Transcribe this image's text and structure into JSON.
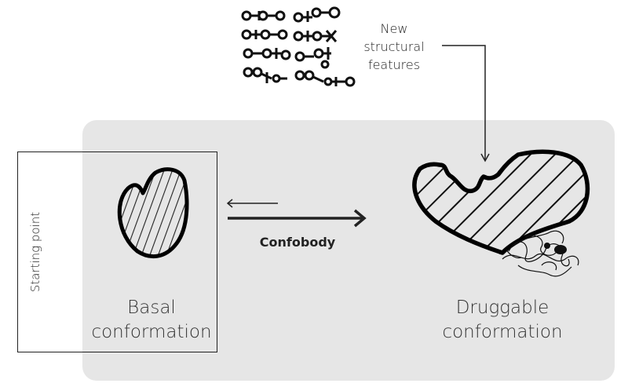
{
  "diagram": {
    "starting_point": "Starting point",
    "basal_line1": "Basal",
    "basal_line2": "conformation",
    "confobody": "Confobody",
    "druggable_line1": "Druggable",
    "druggable_line2": "conformation",
    "new_features_line1": "New",
    "new_features_line2": "structural",
    "new_features_line3": "features"
  }
}
